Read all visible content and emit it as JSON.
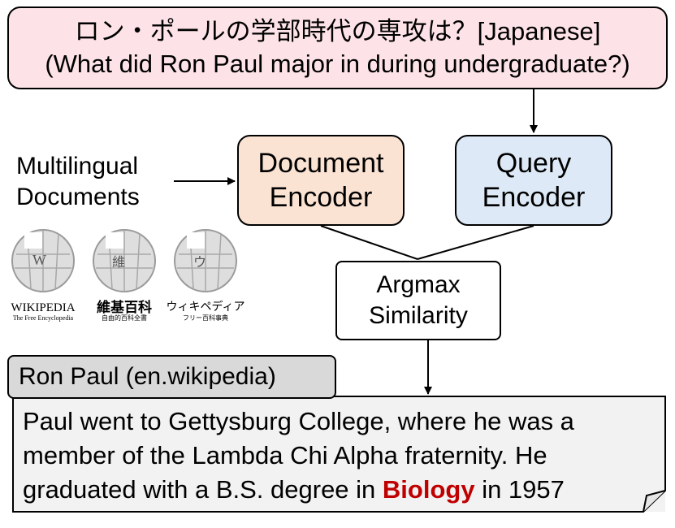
{
  "query": {
    "line1": "ロン・ポールの学部時代の専攻は？[Japanese]",
    "line2": "(What did Ron Paul major in during undergraduate?)"
  },
  "multilingual_docs": {
    "line1": "Multilingual",
    "line2": "Documents"
  },
  "document_encoder": {
    "line1": "Document",
    "line2": "Encoder"
  },
  "query_encoder": {
    "line1": "Query",
    "line2": "Encoder"
  },
  "argmax": {
    "line1": "Argmax",
    "line2": "Similarity"
  },
  "wiki_logos": [
    {
      "name": "WIKIPEDIA",
      "sub": "The Free Encyclopedia",
      "glyph": "W"
    },
    {
      "name": "維基百科",
      "sub": "自由的百科全書",
      "glyph": "維"
    },
    {
      "name": "ウィキペディア",
      "sub": "フリー百科事典",
      "glyph": "ウ"
    }
  ],
  "result": {
    "title": "Ron Paul (en.wikipedia)",
    "line1": "Paul went to Gettysburg College, where he was a",
    "line2": "member of the Lambda Chi Alpha fraternity. He",
    "line3_pre": "graduated with a B.S. degree in ",
    "line3_highlight": "Biology",
    "line3_post": " in 1957"
  },
  "colors": {
    "query_fill": "#fde3e8",
    "document_encoder_fill": "#fbe3d3",
    "query_encoder_fill": "#dde9f6",
    "result_tab_fill": "#d9d9d9",
    "result_body_fill": "#f2f2f2",
    "highlight": "#c00000"
  }
}
